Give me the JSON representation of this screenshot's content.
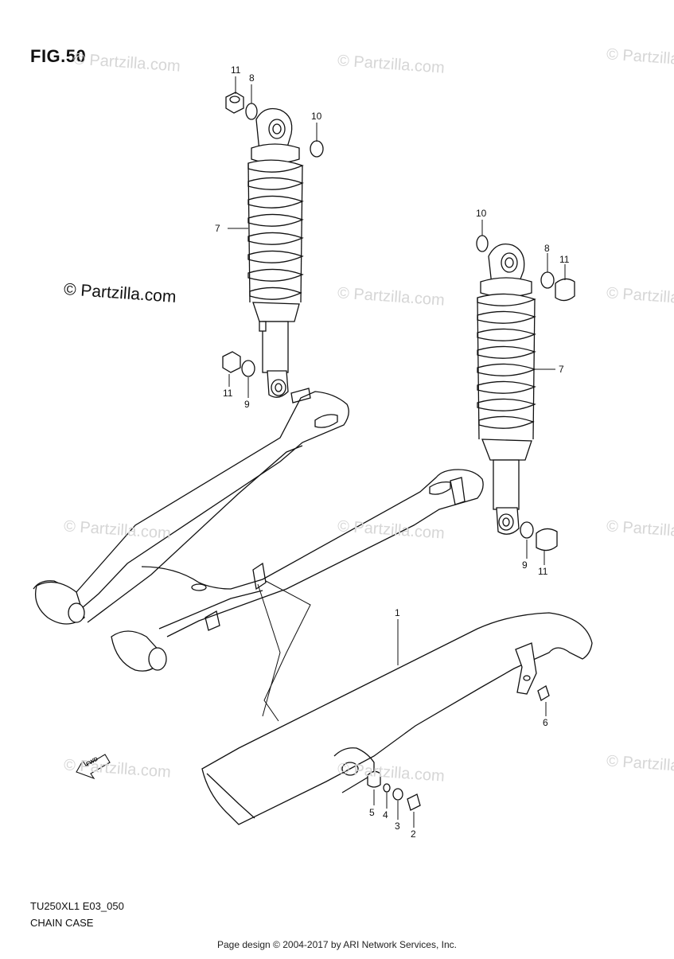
{
  "figure": {
    "title": "FIG.50"
  },
  "watermark": {
    "main": "© Partzilla.com",
    "repeat": "© Partzilla.com"
  },
  "callouts": [
    {
      "id": "c11a",
      "text": "11"
    },
    {
      "id": "c8a",
      "text": "8"
    },
    {
      "id": "c10a",
      "text": "10"
    },
    {
      "id": "c7a",
      "text": "7"
    },
    {
      "id": "c11b",
      "text": "11"
    },
    {
      "id": "c9a",
      "text": "9"
    },
    {
      "id": "c10b",
      "text": "10"
    },
    {
      "id": "c8b",
      "text": "8"
    },
    {
      "id": "c11c",
      "text": "11"
    },
    {
      "id": "c7b",
      "text": "7"
    },
    {
      "id": "c9b",
      "text": "9"
    },
    {
      "id": "c11d",
      "text": "11"
    },
    {
      "id": "c1",
      "text": "1"
    },
    {
      "id": "c6",
      "text": "6"
    },
    {
      "id": "c5",
      "text": "5"
    },
    {
      "id": "c4",
      "text": "4"
    },
    {
      "id": "c3",
      "text": "3"
    },
    {
      "id": "c2",
      "text": "2"
    }
  ],
  "fwd_label": "FWD",
  "model_code": "TU250XL1 E03_050",
  "caption": "CHAIN CASE",
  "footer": "Page design © 2004-2017 by ARI Network Services, Inc."
}
